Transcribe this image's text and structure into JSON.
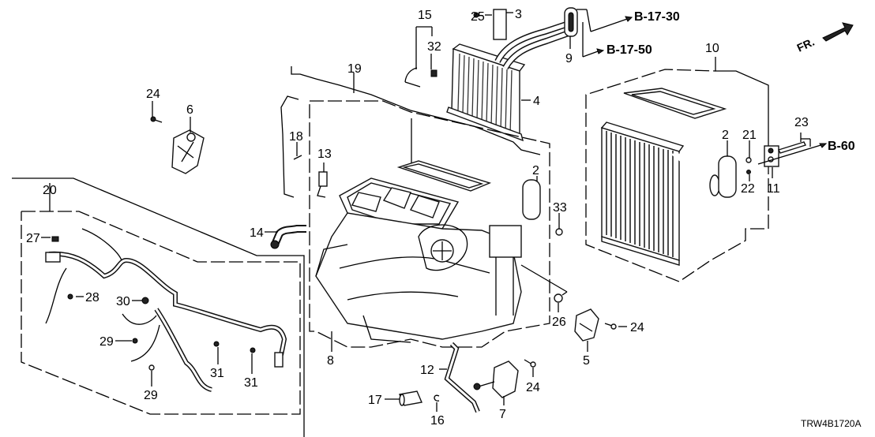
{
  "diagram": {
    "code": "TRW4B1720A",
    "direction_label": "FR.",
    "references": [
      {
        "id": "ref-b-17-30",
        "text": "B-17-30"
      },
      {
        "id": "ref-b-17-50",
        "text": "B-17-50"
      },
      {
        "id": "ref-b-60",
        "text": "B-60"
      }
    ],
    "callouts": [
      {
        "id": "c2a",
        "text": "2",
        "part": "seal"
      },
      {
        "id": "c2b",
        "text": "2",
        "part": "seal"
      },
      {
        "id": "c3",
        "text": "3",
        "part": "clip"
      },
      {
        "id": "c4",
        "text": "4",
        "part": "heater-core"
      },
      {
        "id": "c5",
        "text": "5",
        "part": "actuator"
      },
      {
        "id": "c6",
        "text": "6",
        "part": "actuator"
      },
      {
        "id": "c7",
        "text": "7",
        "part": "actuator"
      },
      {
        "id": "c8",
        "text": "8",
        "part": "heater-unit-case"
      },
      {
        "id": "c9",
        "text": "9",
        "part": "pipe-seal"
      },
      {
        "id": "c10",
        "text": "10",
        "part": "evaporator-assembly"
      },
      {
        "id": "c11",
        "text": "11",
        "part": "expansion-valve"
      },
      {
        "id": "c12",
        "text": "12",
        "part": "drain-hose"
      },
      {
        "id": "c13",
        "text": "13",
        "part": "sensor"
      },
      {
        "id": "c14",
        "text": "14",
        "part": "hose"
      },
      {
        "id": "c15",
        "text": "15",
        "part": "sensor-set"
      },
      {
        "id": "c16",
        "text": "16",
        "part": "clip"
      },
      {
        "id": "c17",
        "text": "17",
        "part": "resistor"
      },
      {
        "id": "c18",
        "text": "18",
        "part": "screw"
      },
      {
        "id": "c19",
        "text": "19",
        "part": "heater-unit-assembly"
      },
      {
        "id": "c20",
        "text": "20",
        "part": "wire-harness"
      },
      {
        "id": "c21",
        "text": "21",
        "part": "o-ring"
      },
      {
        "id": "c22",
        "text": "22",
        "part": "o-ring"
      },
      {
        "id": "c23",
        "text": "23",
        "part": "bolt"
      },
      {
        "id": "c24a",
        "text": "24",
        "part": "screw"
      },
      {
        "id": "c24b",
        "text": "24",
        "part": "screw"
      },
      {
        "id": "c24c",
        "text": "24",
        "part": "screw"
      },
      {
        "id": "c25",
        "text": "25",
        "part": "screw"
      },
      {
        "id": "c26",
        "text": "26",
        "part": "grommet"
      },
      {
        "id": "c27",
        "text": "27",
        "part": "connector"
      },
      {
        "id": "c28",
        "text": "28",
        "part": "clip"
      },
      {
        "id": "c29a",
        "text": "29",
        "part": "clip"
      },
      {
        "id": "c29b",
        "text": "29",
        "part": "clip"
      },
      {
        "id": "c30",
        "text": "30",
        "part": "clip"
      },
      {
        "id": "c31a",
        "text": "31",
        "part": "clip"
      },
      {
        "id": "c31b",
        "text": "31",
        "part": "clip"
      },
      {
        "id": "c32",
        "text": "32",
        "part": "clip"
      },
      {
        "id": "c33",
        "text": "33",
        "part": "grommet"
      }
    ]
  }
}
